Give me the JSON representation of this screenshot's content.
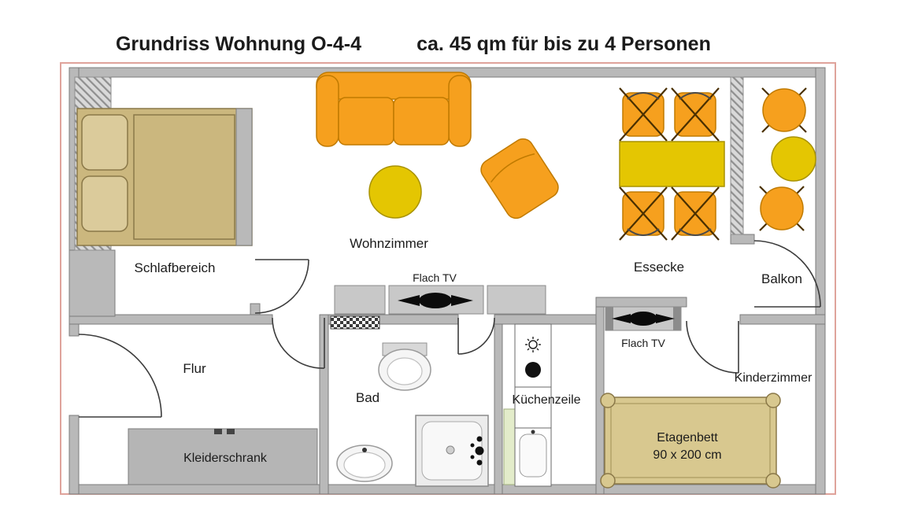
{
  "title": {
    "main": "Grundriss Wohnung O-4-4",
    "capacity": "ca. 45 qm für bis zu 4 Personen"
  },
  "rooms": {
    "schlafbereich": "Schlafbereich",
    "wohnzimmer": "Wohnzimmer",
    "essecke": "Essecke",
    "balkon": "Balkon",
    "flur": "Flur",
    "bad": "Bad",
    "kuechenzeile": "Küchenzeile",
    "kinderzimmer": "Kinderzimmer"
  },
  "furniture": {
    "kleiderschrank": "Kleiderschrank",
    "etagenbett": "Etagenbett",
    "etagenbett_size": "90 x 200 cm",
    "flach_tv": "Flach TV"
  },
  "colors": {
    "orange": "#F6A01E",
    "yellow": "#E4C602",
    "bed_tan": "#CBB77E",
    "pillow_tan": "#DBCB9B",
    "bunk_tan": "#D8C88F",
    "wall_gray": "#B9B9B9",
    "bench_gray": "#C8C8C8",
    "wardrobe_gray": "#B5B5B5",
    "border_pink": "#DFA39B",
    "tv_black": "#0B0B0B"
  }
}
